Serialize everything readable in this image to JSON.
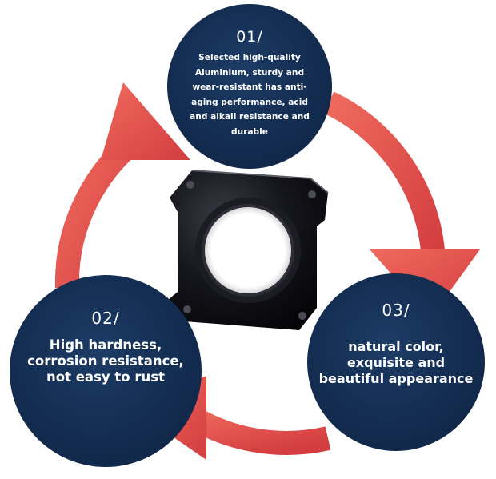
{
  "colors": {
    "arrow": "#e2504d",
    "arrow_dark": "#c8383a",
    "circle": "#132c50",
    "text": "#ffffff",
    "part": "#101014"
  },
  "icons": [
    "cycle-arrow",
    "flange-mount-plate"
  ],
  "steps": [
    {
      "number": "01/",
      "text": "Selected high-quality Aluminium, sturdy and wear-resistant has anti-aging performance, acid and alkali resistance and durable"
    },
    {
      "number": "02/",
      "text": "High hardness, corrosion resistance, not easy to rust"
    },
    {
      "number": "03/",
      "text": "natural color, exquisite and beautiful appearance"
    }
  ]
}
